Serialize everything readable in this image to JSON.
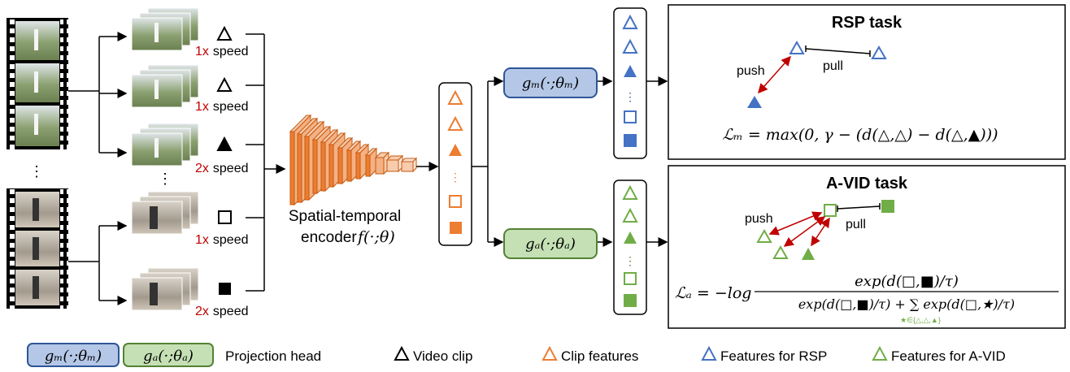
{
  "clips": [
    {
      "speed": "1x",
      "label": "speed"
    },
    {
      "speed": "1x",
      "label": "speed"
    },
    {
      "speed": "2x",
      "label": "speed"
    },
    {
      "speed": "1x",
      "label": "speed"
    },
    {
      "speed": "2x",
      "label": "speed"
    }
  ],
  "encoder": {
    "line1": "Spatial-temporal",
    "line2": "encoder",
    "fn": "f(·;θ)"
  },
  "heads": {
    "gm": "gₘ(·;θₘ)",
    "ga": "gₐ(·;θₐ)"
  },
  "rsp": {
    "title": "RSP task",
    "push": "push",
    "pull": "pull",
    "loss": "ℒₘ = max(0, γ − (d(△,△) − d(△,▲)))"
  },
  "avid": {
    "title": "A-VID task",
    "push": "push",
    "pull": "pull",
    "num": "exp(d(□,■)/τ)",
    "den": "exp(d(□,■)/τ) + ∑ exp(d(□,★)/τ)",
    "lhs": "ℒₐ = −log",
    "sub": "★∈{△,△,▲}"
  },
  "legend": {
    "gm": "gₘ(·;θₘ)",
    "ga": "gₐ(·;θₐ)",
    "projection": "Projection head",
    "video_clip": "Video clip",
    "clip_features": "Clip features",
    "rsp_features": "Features for RSP",
    "avid_features": "Features for A-VID"
  },
  "colors": {
    "orange": "#ED7D31",
    "blue": "#4472C4",
    "green": "#70AD47",
    "red": "#C00000",
    "blue_fill": "#B4C7E7",
    "green_fill": "#C5E0B4"
  }
}
